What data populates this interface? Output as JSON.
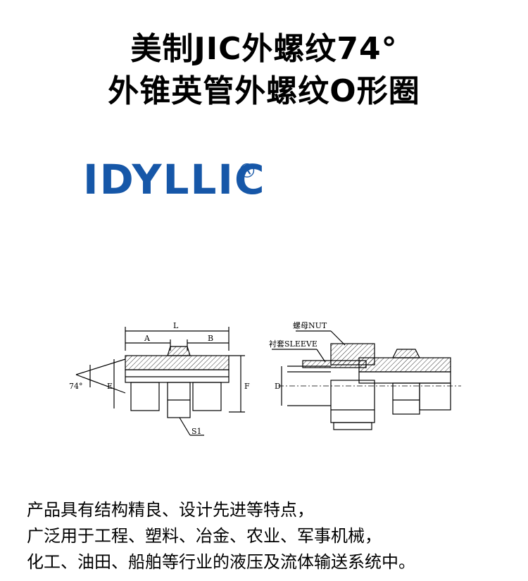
{
  "title": {
    "line1": "美制JIC外螺纹74°",
    "line2": "外锥英管外螺纹O形圈"
  },
  "brand": {
    "name": "IDYLLIC",
    "registered": "®",
    "color": "#1657a8"
  },
  "drawing": {
    "left_labels": {
      "length": "L",
      "a": "A",
      "b": "B",
      "angle": "74°",
      "e": "E",
      "f": "F",
      "s1": "S1"
    },
    "right_labels": {
      "nut": "螺母NUT",
      "sleeve": "衬套SLEEVE",
      "d": "D"
    }
  },
  "description": {
    "line1": "产品具有结构精良、设计先进等特点，",
    "line2": "广泛用于工程、塑料、冶金、农业、军事机械，",
    "line3": "化工、油田、船舶等行业的液压及流体输送系统中。"
  }
}
